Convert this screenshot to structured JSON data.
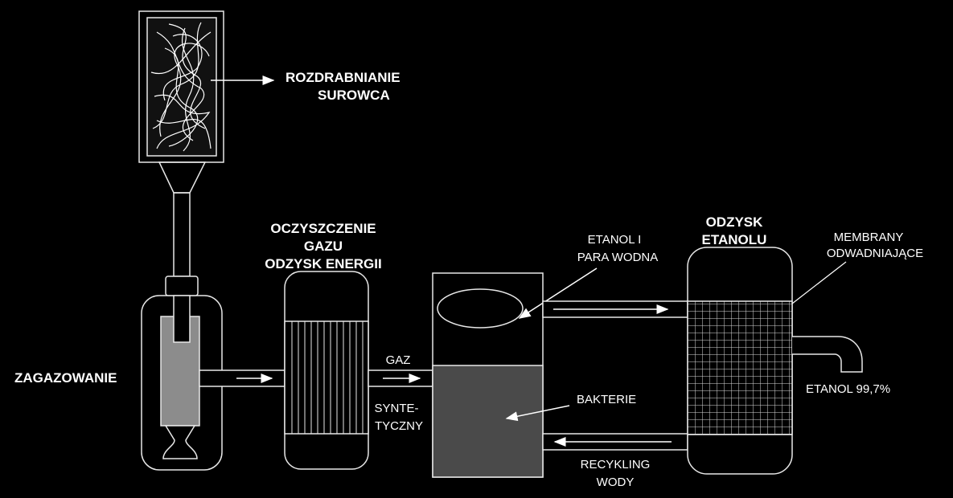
{
  "labels": {
    "shredding": [
      "ROZDRABNIANIE",
      "SUROWCA"
    ],
    "gasification": "ZAGAZOWANIE",
    "gas_cleaning": [
      "OCZYSZCZENIE",
      "GAZU",
      "ODZYSK ENERGII"
    ],
    "syngas_top": "GAZ",
    "syngas_bottom": [
      "SYNTE-",
      "TYCZNY"
    ],
    "ethanol_vapor": [
      "ETANOL I",
      "PARA WODNA"
    ],
    "bacteria": "BAKTERIE",
    "water_recycling": [
      "RECYKLING",
      "WODY"
    ],
    "ethanol_recovery": [
      "ODZYSK",
      "ETANOLU"
    ],
    "membranes": [
      "MEMBRANY",
      "ODWADNIAJĄCE"
    ],
    "ethanol_product": "ETANOL 99,7%"
  },
  "colors": {
    "background": "#000000",
    "line": "#e8e8e8",
    "reactor_liquid": "#4a4a4a",
    "gasifier_core": "#8c8c8c"
  }
}
